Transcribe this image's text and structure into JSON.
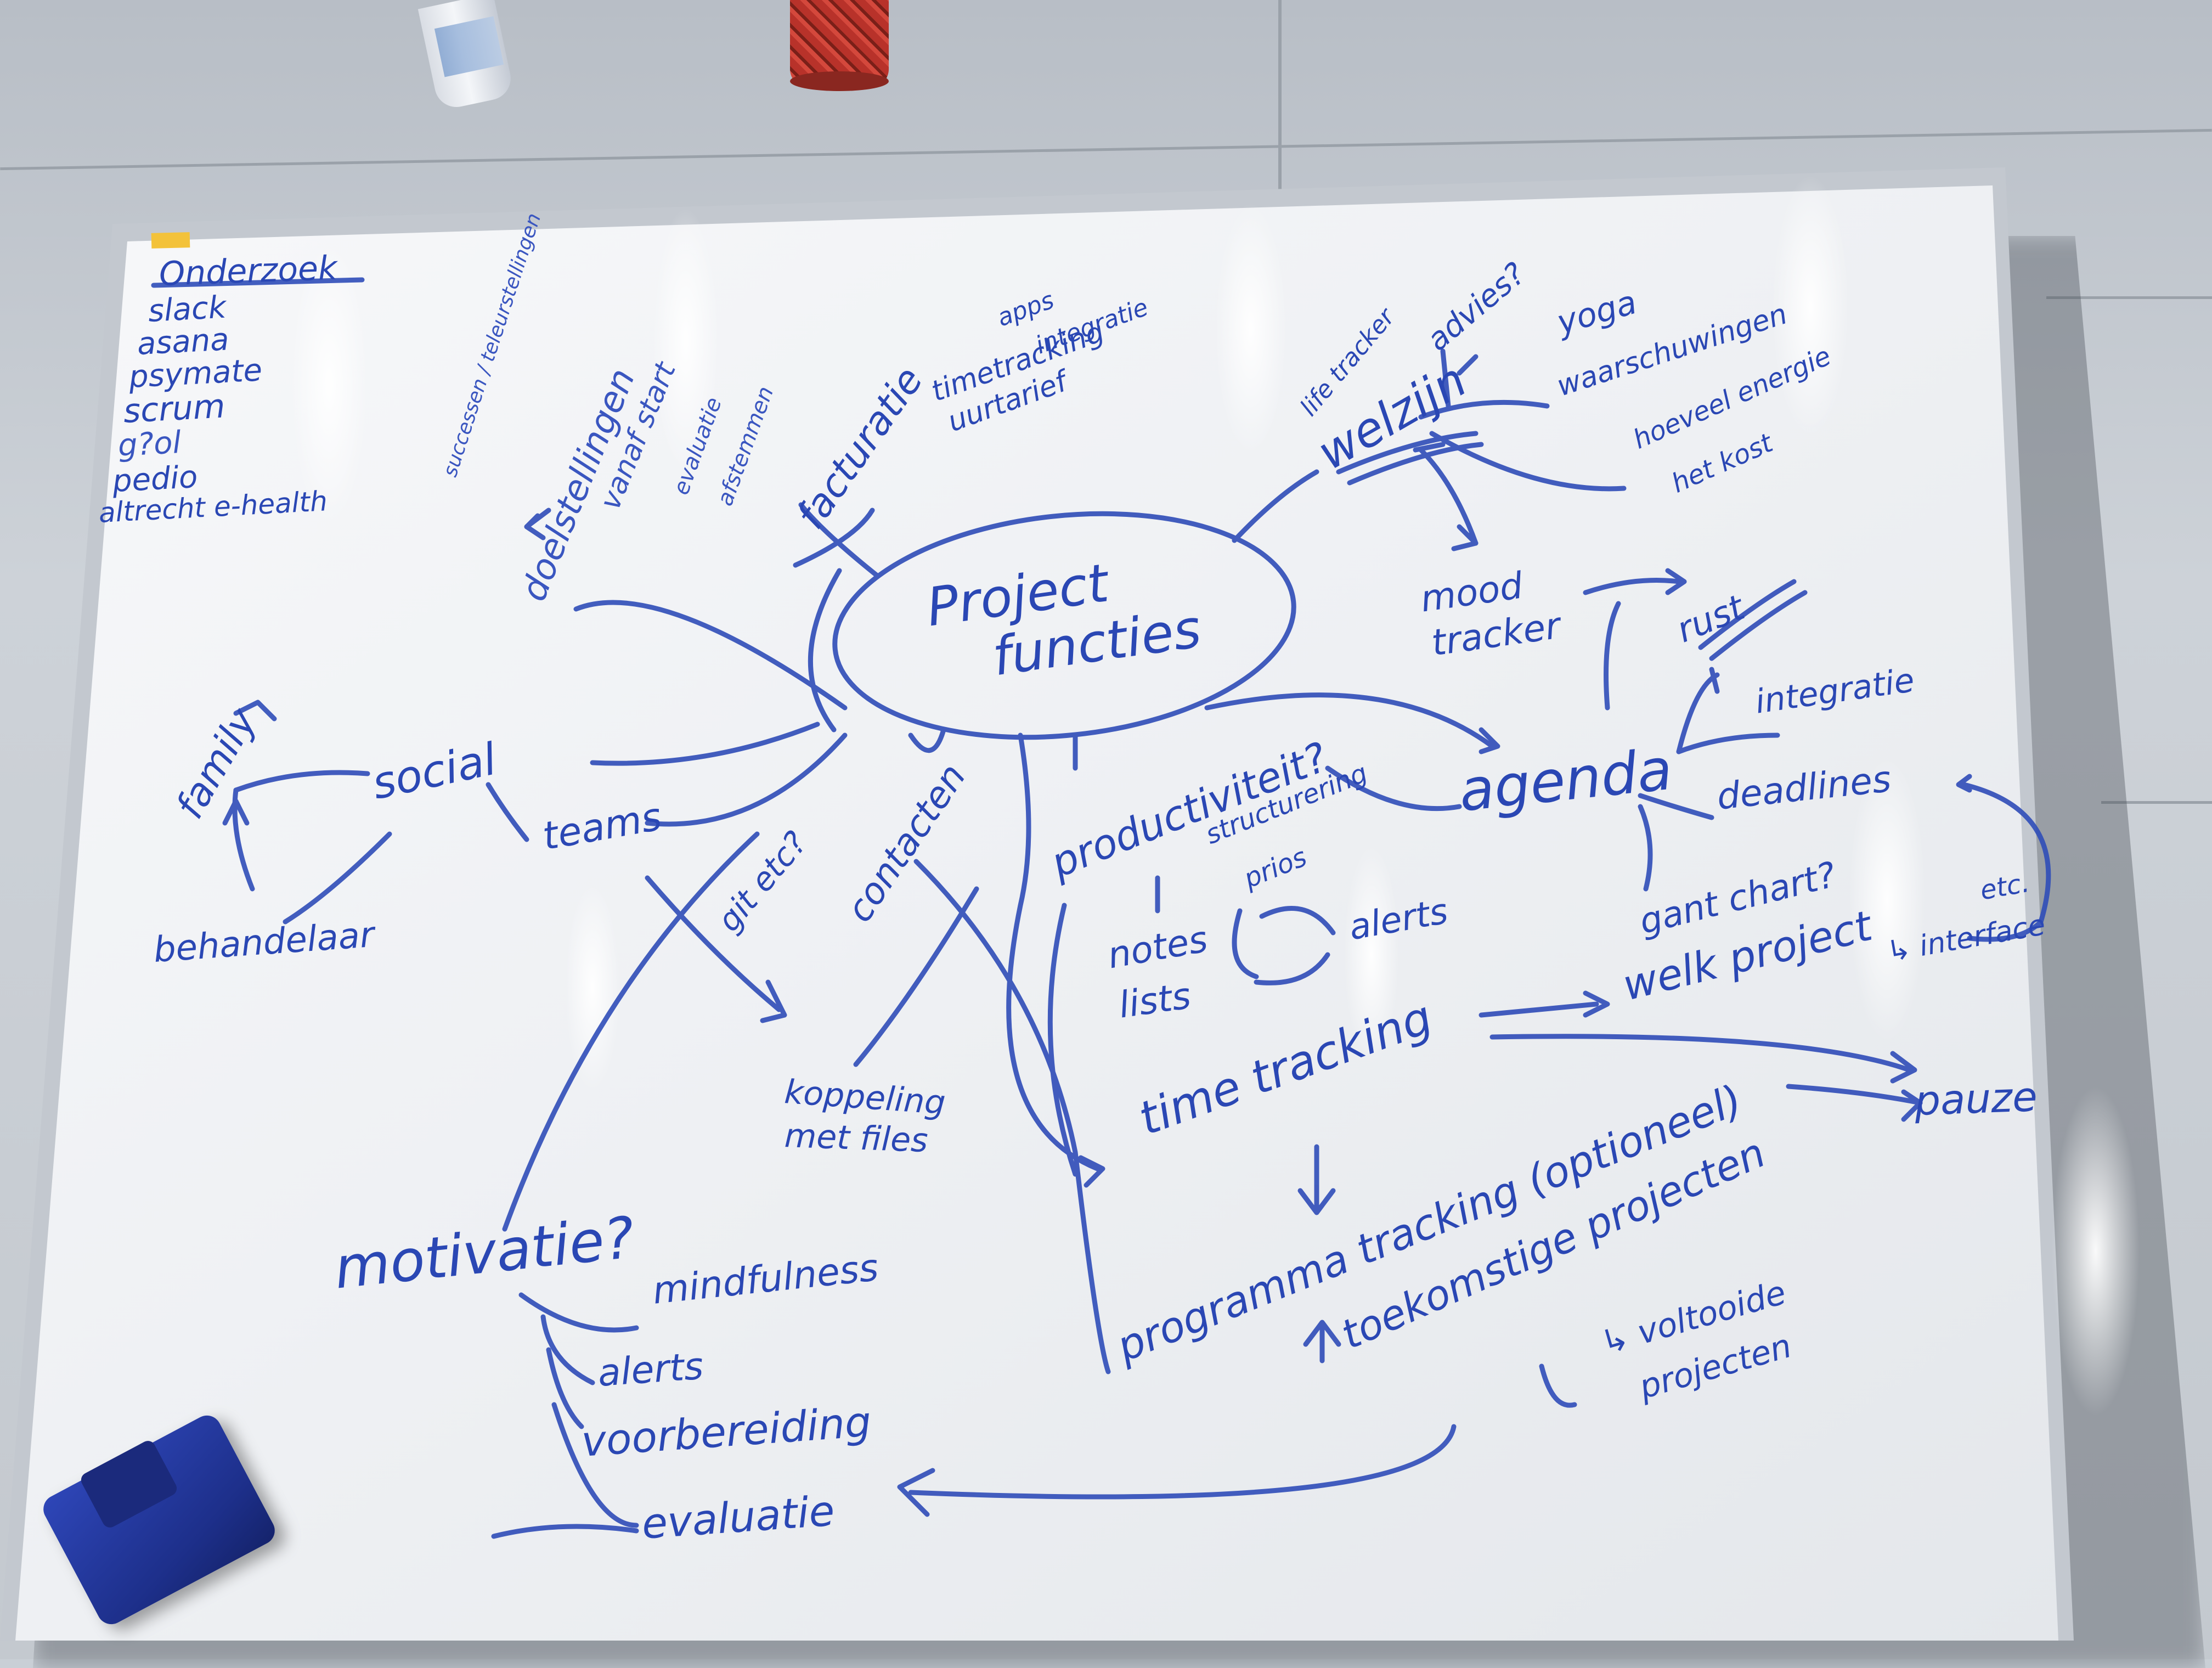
{
  "scene": {
    "colors": {
      "ink": "#2a47b4",
      "board": "#f4f5f7",
      "frame": "#c7ccd2",
      "eraser": "#2236a3"
    }
  },
  "board": {
    "research": {
      "title": "Onderzoek",
      "items": [
        "slack",
        "asana",
        "psymate",
        "scrum",
        "g?ol",
        "pedio",
        "altrecht e-health"
      ]
    },
    "center": {
      "line1": "Project",
      "line2": "functies"
    },
    "top_left_cluster": {
      "a": "successen / teleurstellingen",
      "b": "doelstellingen",
      "c": "vanaf start",
      "d": "evaluatie",
      "e": "afstemmen"
    },
    "billing": {
      "main": "facturatie",
      "apps": "apps",
      "integration": "integratie",
      "timetracking": "timetracking",
      "rate": "uurtarief"
    },
    "wellbeing": {
      "main": "welzijn",
      "advice": "advies?",
      "lifetracker": "life tracker",
      "yoga": "yoga",
      "warnings": "waarschuwingen",
      "energy1": "hoeveel energie",
      "energy2": "het kost"
    },
    "mood": {
      "line1": "mood",
      "line2": "tracker",
      "rest": "rust"
    },
    "agenda": {
      "main": "agenda",
      "integration": "integratie",
      "deadlines": "deadlines",
      "gantt": "gant chart?",
      "which": "welk project",
      "etc": "etc.",
      "interface": "↳ interface"
    },
    "productivity": {
      "main": "productiviteit?",
      "structure": "structurering",
      "priorities": "prios",
      "notes": "notes",
      "lists": "lists",
      "alerts": "alerts"
    },
    "social": {
      "main": "social",
      "family": "family",
      "therapist": "behandelaar",
      "teams": "teams",
      "git": "git etc?",
      "contacts": "contacten"
    },
    "files": {
      "line1": "koppeling",
      "line2": "met files"
    },
    "tracking": {
      "time": "time tracking",
      "pause": "pauze",
      "programme": "programma tracking (optioneel)",
      "future": "toekomstige projecten",
      "done1": "↳ voltooide",
      "done2": "projecten"
    },
    "motivation": {
      "main": "motivatie?",
      "mindfulness": "mindfulness",
      "alerts": "alerts",
      "preparation": "voorbereiding",
      "evaluation": "evaluatie"
    }
  }
}
